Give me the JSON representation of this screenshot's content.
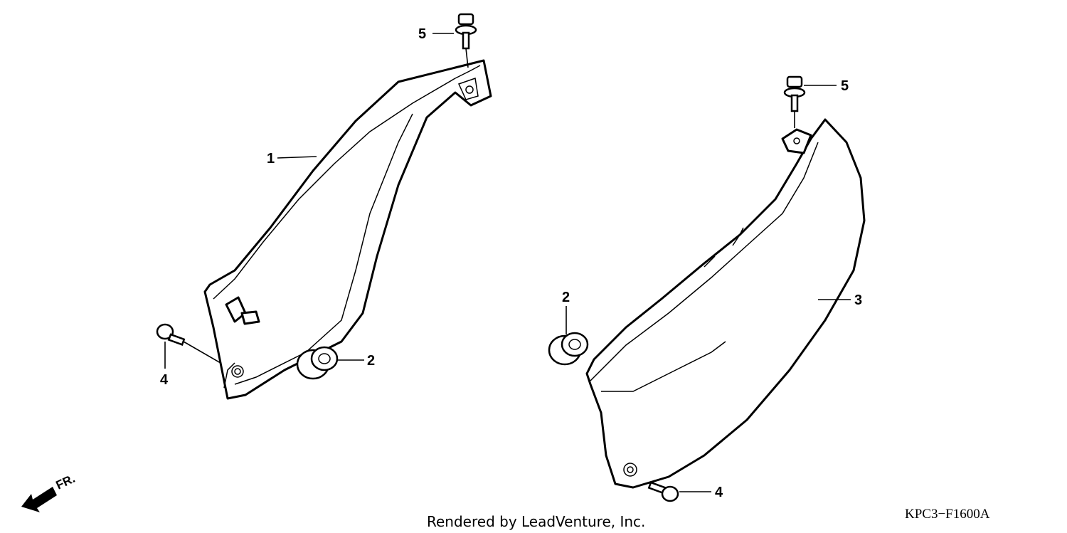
{
  "callouts": {
    "left_cover": "1",
    "grommet_left": "2",
    "grommet_right": "2",
    "right_cover": "3",
    "screw_left": "4",
    "screw_right": "4",
    "bolt_left": "5",
    "bolt_right": "5"
  },
  "front_indicator": "FR.",
  "footer": {
    "credit": "Rendered by LeadVenture, Inc.",
    "diagram_code": "KPC3−F1600A"
  }
}
